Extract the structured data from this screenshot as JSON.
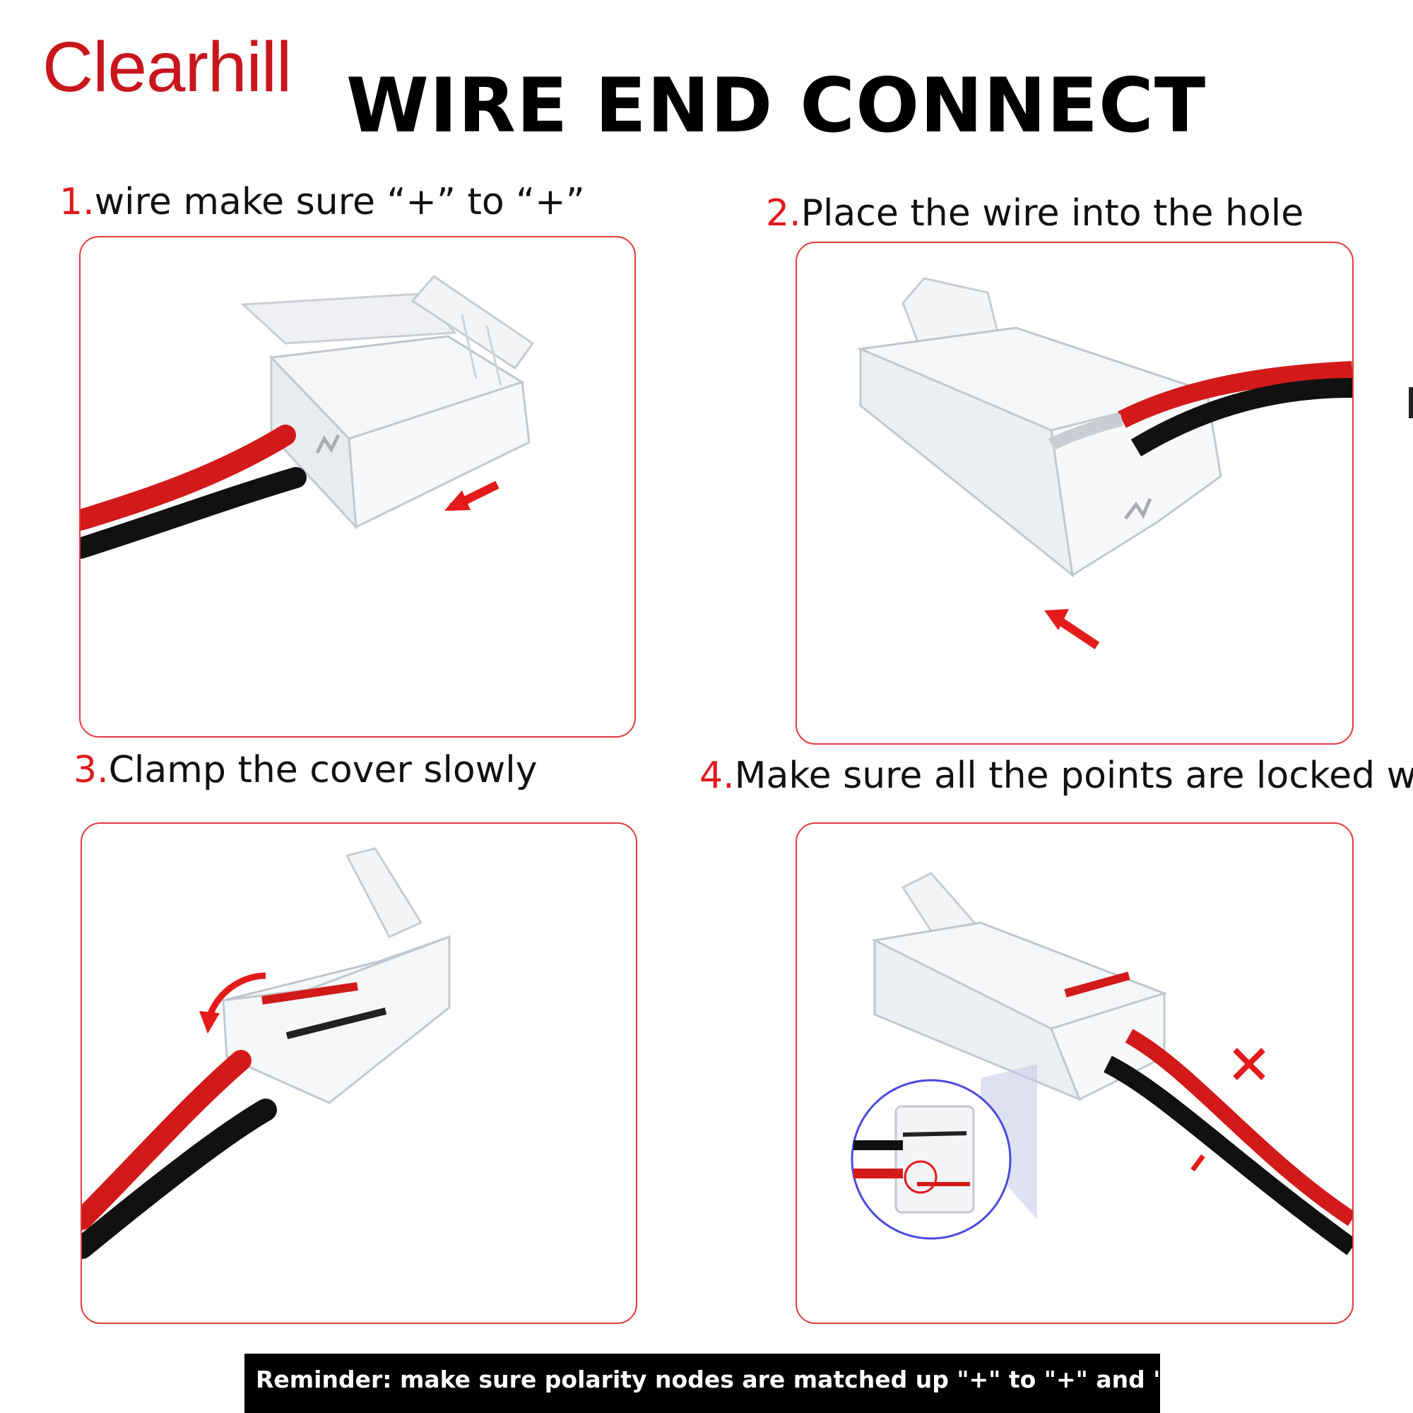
{
  "brand": {
    "name": "Clearhill"
  },
  "headline": "WIRE END CONNECT",
  "steps": [
    {
      "number": "1.",
      "text": "wire make sure “+” to  “+”"
    },
    {
      "number": "2.",
      "text": "Place the wire into the hole"
    },
    {
      "number": "3.",
      "text": "Clamp the cover slowly"
    },
    {
      "number": "4.",
      "text": "Make sure all the points are locked well"
    }
  ],
  "polarity_marks": {
    "plus_mark": "×",
    "minus_mark": "/"
  },
  "reminder": "Reminder: make sure polarity nodes are matched up \"+\" to \"+\" and \"-\" to \"-\"",
  "colors": {
    "brand": "#c8161d",
    "accent": "#e0191e",
    "card_border": "#e33a3a",
    "wire_red": "#d21a1a",
    "wire_black": "#111111"
  },
  "icons": [
    "arrow-icon",
    "rotate-arrow-icon",
    "connector-illustration",
    "magnifier-inset"
  ]
}
